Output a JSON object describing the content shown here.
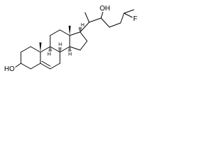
{
  "molecule": {
    "atom_labels": {
      "ho_ring_a": "HO",
      "oh_side_chain": "OH",
      "fluoro": "F",
      "h_8": "H",
      "h_9": "H",
      "h_14": "H",
      "h_17": "H"
    },
    "colors": {
      "bond": "#000000",
      "text": "#000000",
      "background": "#ffffff"
    }
  }
}
